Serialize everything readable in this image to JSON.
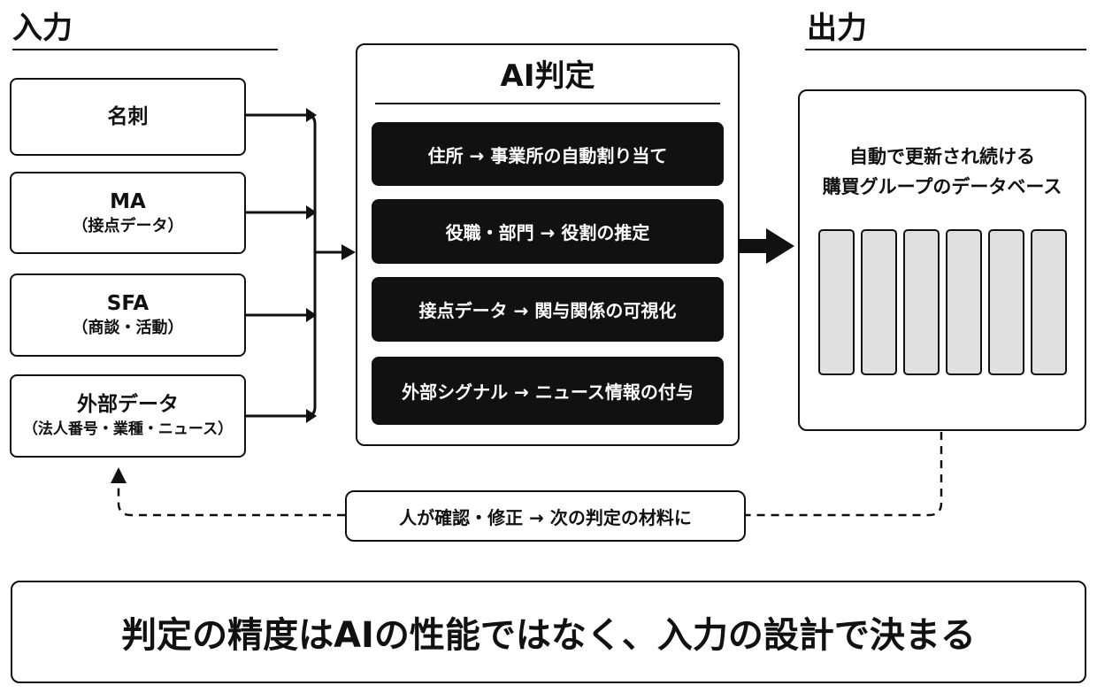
{
  "input": {
    "title": "入力",
    "items": [
      {
        "title": "名刺",
        "sub": ""
      },
      {
        "title": "MA",
        "sub": "（接点データ）"
      },
      {
        "title": "SFA",
        "sub": "（商談・活動）"
      },
      {
        "title": "外部データ",
        "sub": "（法人番号・業種・ニュース）"
      }
    ]
  },
  "ai": {
    "title": "AI判定",
    "items": [
      "住所 → 事業所の自動割り当て",
      "役職・部門 → 役割の推定",
      "接点データ → 関与関係の可視化",
      "外部シグナル → ニュース情報の付与"
    ]
  },
  "output": {
    "title": "出力",
    "line1": "自動で更新され続ける",
    "line2": "購買グループのデータベース"
  },
  "feedback": "人が確認・修正 → 次の判定の材料に",
  "banner": "判定の精度はAIの性能ではなく、入力の設計で決まる"
}
